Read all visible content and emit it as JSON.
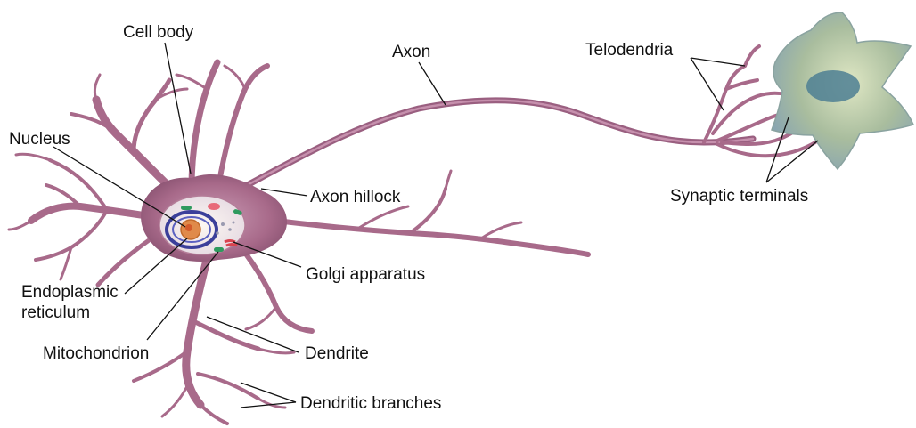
{
  "labels": {
    "cell_body": "Cell body",
    "nucleus": "Nucleus",
    "axon": "Axon",
    "telodendria": "Telodendria",
    "axon_hillock": "Axon hillock",
    "synaptic_terminals": "Synaptic terminals",
    "golgi_apparatus": "Golgi apparatus",
    "endoplasmic_reticulum_1": "Endoplasmic",
    "endoplasmic_reticulum_2": "reticulum",
    "mitochondrion": "Mitochondrion",
    "dendrite": "Dendrite",
    "dendritic_branches": "Dendritic branches"
  },
  "colors": {
    "membrane": "#a86a8a",
    "membrane_dark": "#7d4a68",
    "cytoplasm": "#b98aa4",
    "nucleus_ring": "#3b3f9a",
    "nucleolus": "#e07a3a",
    "target_cell": "#9fb59a",
    "target_nucleus": "#4e7f93",
    "leader": "#111111"
  }
}
